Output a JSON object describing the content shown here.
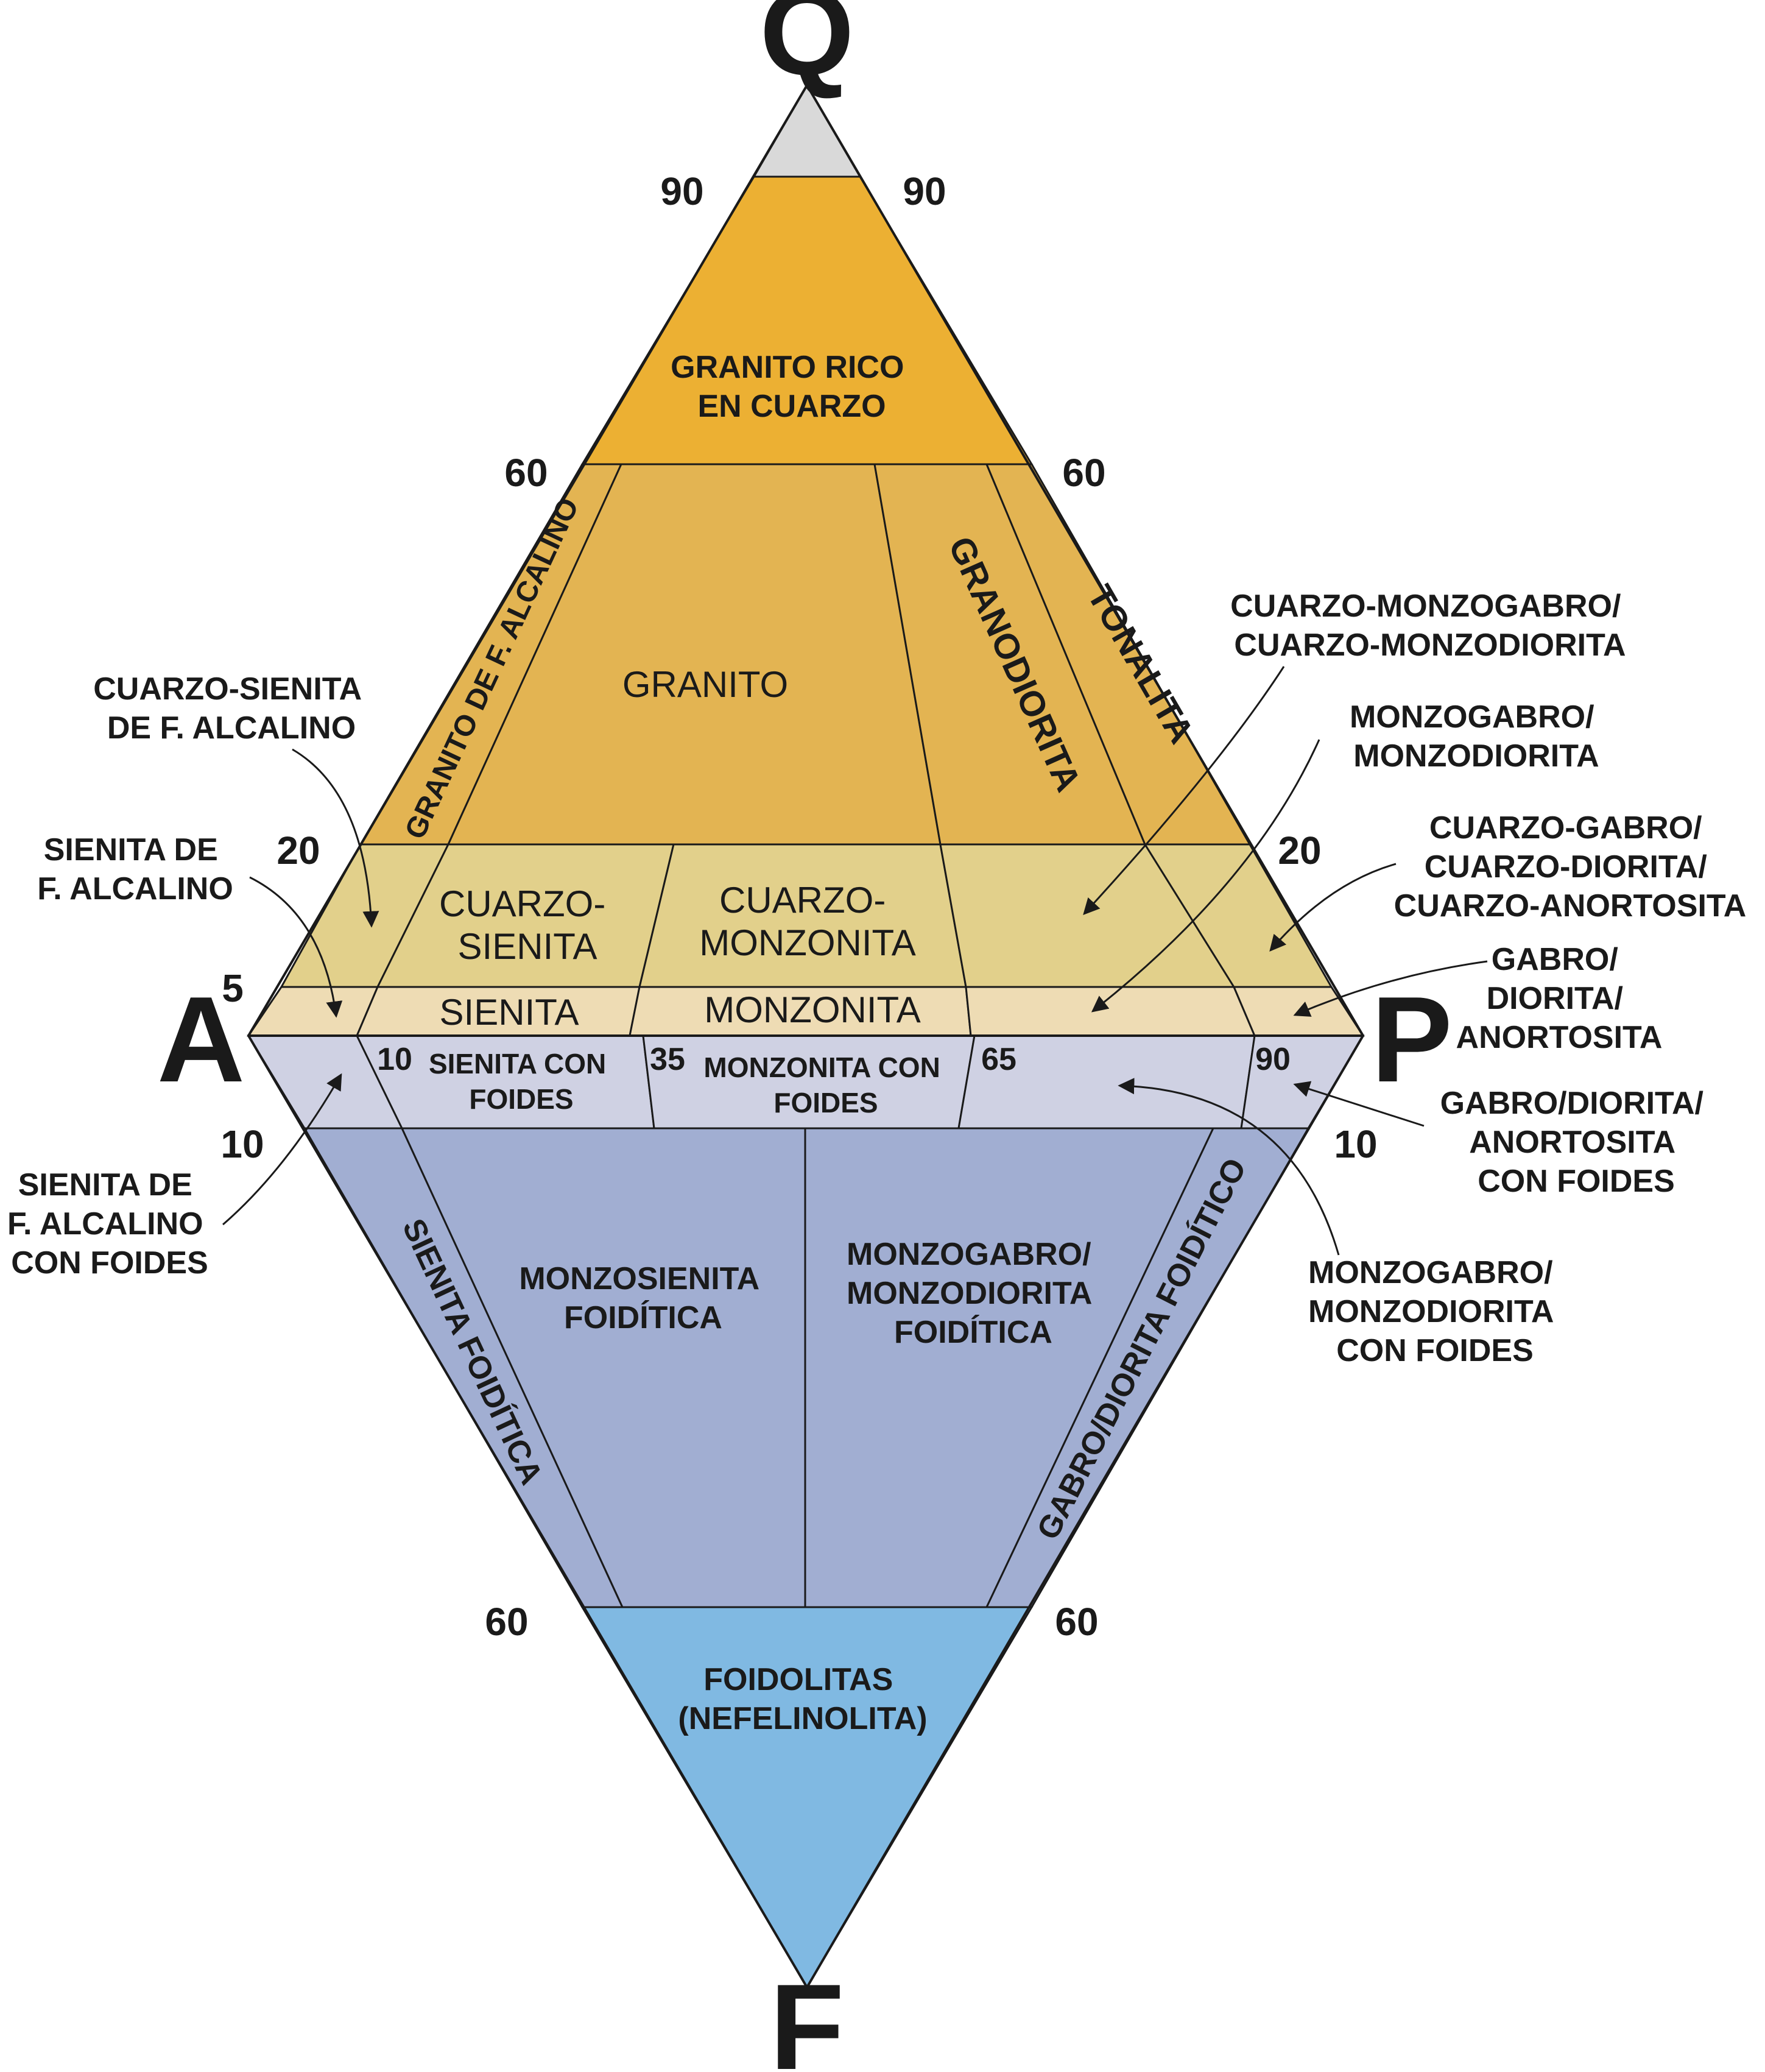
{
  "vertices": {
    "q": "Q",
    "a": "A",
    "p": "P",
    "f": "F"
  },
  "ticks": {
    "upper_left_90": "90",
    "upper_right_90": "90",
    "upper_left_60": "60",
    "upper_right_60": "60",
    "upper_left_20": "20",
    "upper_right_20": "20",
    "left_5": "5",
    "lower_left_10": "10",
    "lower_right_10": "10",
    "lower_left_60": "60",
    "lower_right_60": "60",
    "band_10": "10",
    "band_35": "35",
    "band_65": "65",
    "band_90": "90"
  },
  "regions": {
    "granito_rico": [
      "GRANITO RICO",
      "EN CUARZO"
    ],
    "granito_alcalino": "GRANITO DE F. ALCALINO",
    "granito": "GRANITO",
    "granodiorita": "GRANODIORITA",
    "tonalita": "TONALITA",
    "cuarzo_sienita": [
      "CUARZO-",
      "SIENITA"
    ],
    "cuarzo_monzonita": [
      "CUARZO-",
      "MONZONITA"
    ],
    "sienita": "SIENITA",
    "monzonita": "MONZONITA",
    "sienita_foides": [
      "SIENITA CON",
      "FOIDES"
    ],
    "monzonita_foides": [
      "MONZONITA CON",
      "FOIDES"
    ],
    "sienita_foiditica": "SIENITA FOIDÍTICA",
    "monzosienita_foiditica": [
      "MONZOSIENITA",
      "FOIDÍTICA"
    ],
    "monzogabro_foiditica": [
      "MONZOGABRO/",
      "MONZODIORITA",
      "FOIDÍTICA"
    ],
    "gabro_diorita_foiditico": "GABRO/DIORITA FOIDÍTICO",
    "foidolitas": [
      "FOIDOLITAS",
      "(NEFELINOLITA)"
    ]
  },
  "callouts": {
    "cuarzo_sienita_alcalino": [
      "CUARZO-SIENITA",
      "DE F. ALCALINO"
    ],
    "sienita_alcalino": [
      "SIENITA DE",
      "F. ALCALINO"
    ],
    "sienita_alcalino_foides": [
      "SIENITA DE",
      "F. ALCALINO",
      "CON FOIDES"
    ],
    "cuarzo_monzogabro": [
      "CUARZO-MONZOGABRO/",
      "CUARZO-MONZODIORITA"
    ],
    "monzogabro": [
      "MONZOGABRO/",
      "MONZODIORITA"
    ],
    "cuarzo_gabro": [
      "CUARZO-GABRO/",
      "CUARZO-DIORITA/",
      "CUARZO-ANORTOSITA"
    ],
    "gabro": [
      "GABRO/",
      "DIORITA/",
      "ANORTOSITA"
    ],
    "gabro_foides": [
      "GABRO/DIORITA/",
      "ANORTOSITA",
      "CON FOIDES"
    ],
    "monzogabro_foides": [
      "MONZOGABRO/",
      "MONZODIORITA",
      "CON FOIDES"
    ]
  },
  "colors": {
    "q_cap": "#d9d9d9",
    "granito_rico": "#ecb033",
    "plutonic_60_20": "#e3b452",
    "band_20_5": "#e2d08b",
    "band_5_0": "#eedcb4",
    "band_foides": "#cfd1e3",
    "foiditic": "#a1aed2",
    "foidolitas": "#80b9e2"
  }
}
